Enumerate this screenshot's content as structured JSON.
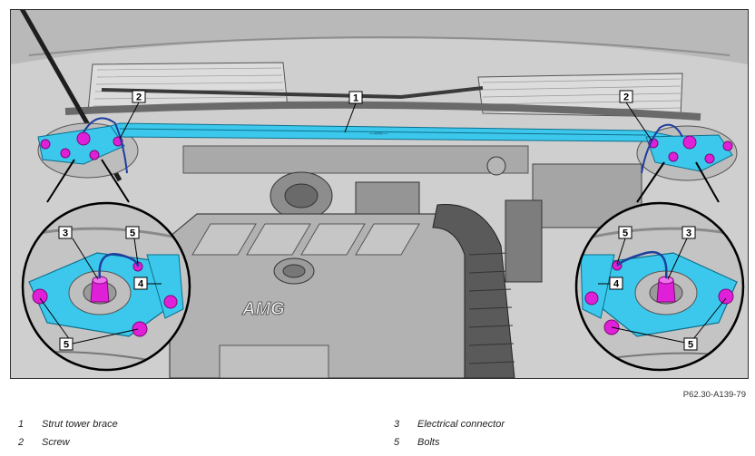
{
  "figure": {
    "reference_code": "P62.30-A139-79",
    "engine_cover_text": "AMG",
    "callouts": {
      "c1": "1",
      "c2_left": "2",
      "c2_right": "2",
      "c3_left": "3",
      "c3_right": "3",
      "c4_left": "4",
      "c4_right": "4",
      "c5_left_a": "5",
      "c5_left_b": "5",
      "c5_right_a": "5",
      "c5_right_b": "5"
    },
    "colors": {
      "brace_cyan": "#3cc8ec",
      "bolt_magenta": "#e020d8"
    }
  },
  "legend": [
    {
      "number": "1",
      "label": "Strut tower brace"
    },
    {
      "number": "2",
      "label": "Screw"
    },
    {
      "number": "3",
      "label": "Electrical connector"
    },
    {
      "number": "5",
      "label": "Bolts"
    }
  ]
}
